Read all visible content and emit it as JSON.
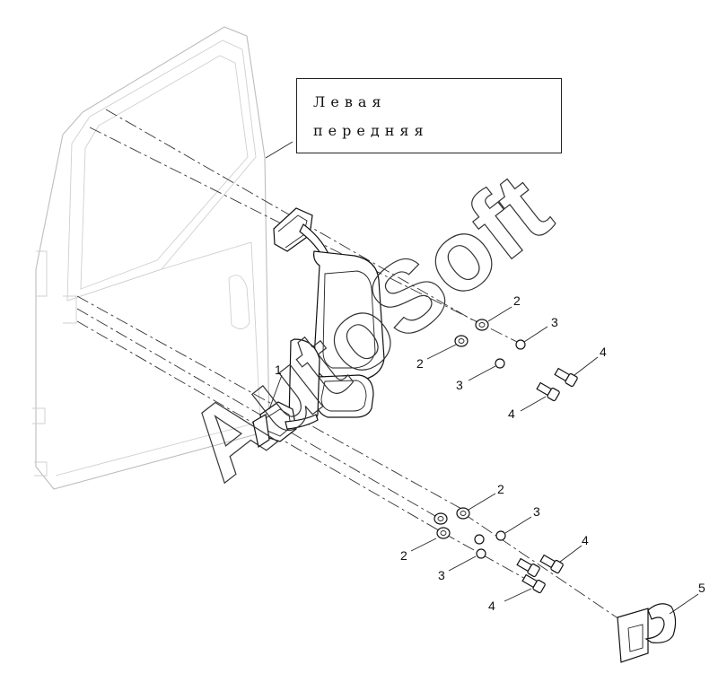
{
  "callout": {
    "line1": "Левая",
    "line2": "передняя"
  },
  "watermark": "AutoSoft",
  "labels": {
    "p1": "1",
    "p2a": "2",
    "p2b": "2",
    "p2c": "2",
    "p2d": "2",
    "p3a": "3",
    "p3b": "3",
    "p3c": "3",
    "p3d": "3",
    "p4a": "4",
    "p4b": "4",
    "p4c": "4",
    "p4d": "4",
    "p5": "5"
  }
}
